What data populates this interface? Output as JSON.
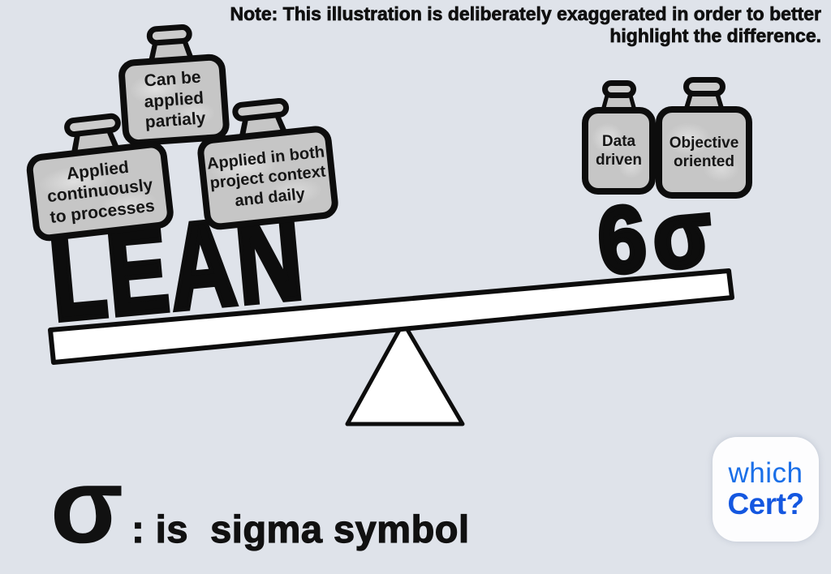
{
  "note": {
    "line1": "Note: This illustration is deliberately exaggerated in order to better",
    "line2": "highlight the difference."
  },
  "seesaw": {
    "left": {
      "side_label": "LEAN",
      "weights": [
        {
          "label": "Can be\napplied\npartialy"
        },
        {
          "label": "Applied\ncontinuously\nto processes"
        },
        {
          "label": "Applied in both\nproject context\nand daily"
        }
      ]
    },
    "right": {
      "side_label": "6σ",
      "weights": [
        {
          "label": "Data\ndriven"
        },
        {
          "label": "Objective\noriented"
        }
      ]
    },
    "tilt": "left side down"
  },
  "footer": {
    "sigma_symbol": "σ",
    "caption": ": is  sigma symbol"
  },
  "logo": {
    "line1": "which",
    "line2": "Cert?"
  },
  "colors": {
    "background": "#dfe3ea",
    "ink": "#0d0d0d",
    "weight_fill": "#c6c6c6",
    "plank_fill": "#ffffff",
    "logo_blue": "#1a6fe8",
    "logo_blue_dark": "#1457e0"
  }
}
